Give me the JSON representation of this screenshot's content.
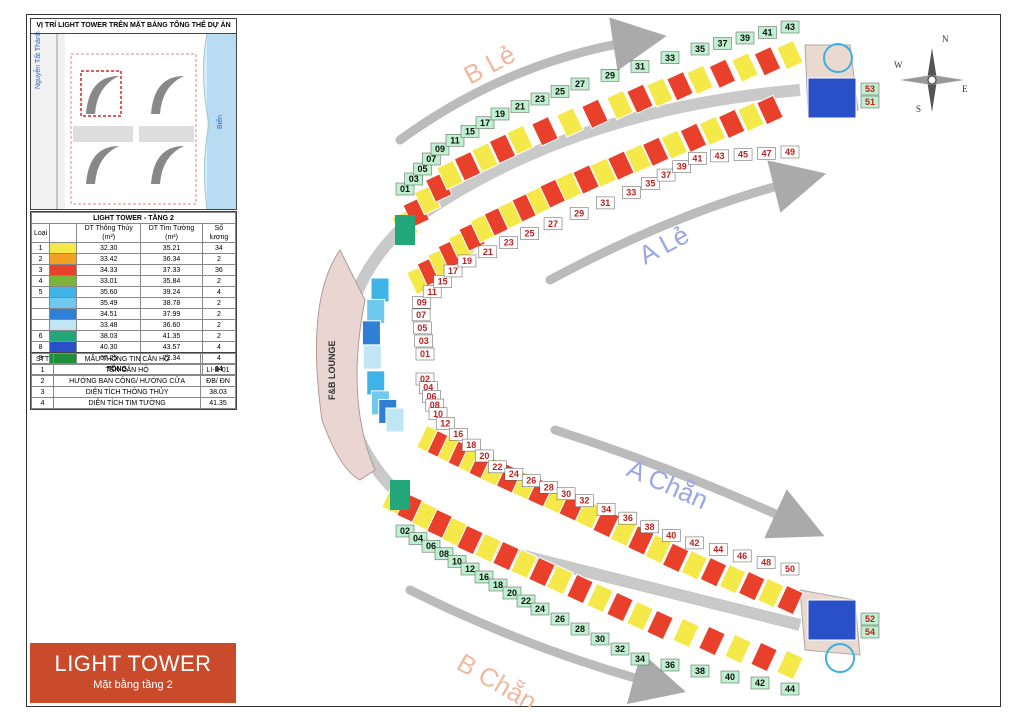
{
  "minimap": {
    "title": "VỊ TRÍ LIGHT TOWER TRÊN MẶT BẰNG TỔNG THỂ DỰ ÁN",
    "road_label": "Nguyễn Tất Thành",
    "sea_label": "Biển"
  },
  "area_table": {
    "title": "LIGHT TOWER - TẦNG 2",
    "headers": [
      "Loại",
      "",
      "DT Thông Thủy (m²)",
      "DT Tim Tường (m²)",
      "Số lượng"
    ],
    "rows": [
      {
        "type": "1",
        "color": "#f5e94a",
        "net": "32.30",
        "gross": "35.21",
        "qty": "34"
      },
      {
        "type": "2",
        "color": "#f4a024",
        "net": "33.42",
        "gross": "36.34",
        "qty": "2"
      },
      {
        "type": "3",
        "color": "#e8402a",
        "net": "34.33",
        "gross": "37.33",
        "qty": "36"
      },
      {
        "type": "4",
        "color": "#7ab33a",
        "net": "33.01",
        "gross": "35.84",
        "qty": "2"
      },
      {
        "type": "5",
        "color": "#3fb3e8",
        "net": "35.60",
        "gross": "39.24",
        "qty": "4"
      },
      {
        "type": "",
        "color": "#6fc8ee",
        "net": "35.49",
        "gross": "38.78",
        "qty": "2"
      },
      {
        "type": "",
        "color": "#2f7fd6",
        "net": "34.51",
        "gross": "37.99",
        "qty": "2"
      },
      {
        "type": "",
        "color": "#bfe6f2",
        "net": "33.48",
        "gross": "36.60",
        "qty": "2"
      },
      {
        "type": "6",
        "color": "#22a77a",
        "net": "38.03",
        "gross": "41.35",
        "qty": "2"
      },
      {
        "type": "8",
        "color": "#2a50c8",
        "net": "40.30",
        "gross": "43.57",
        "qty": "4"
      },
      {
        "type": "9",
        "color": "#1e8f3c",
        "net": "67.25",
        "gross": "72.34",
        "qty": "4"
      }
    ],
    "total_label": "TỔNG",
    "total_value": "94"
  },
  "info_table": {
    "headers": [
      "STT",
      "MẪU THÔNG TIN CĂN HỘ",
      ""
    ],
    "rows": [
      {
        "n": "1",
        "label": "TÊN CĂN HỘ",
        "value": "LI-B-01"
      },
      {
        "n": "2",
        "label": "HƯỚNG BAN CÔNG/ HƯỚNG CỬA",
        "value": "ĐB/ ĐN"
      },
      {
        "n": "3",
        "label": "DIỆN TÍCH THÔNG THỦY",
        "value": "38.03"
      },
      {
        "n": "4",
        "label": "DIỆN TÍCH TIM TƯỜNG",
        "value": "41.35"
      }
    ]
  },
  "brand": {
    "title": "LIGHT TOWER",
    "subtitle": "Mặt bằng tầng 2"
  },
  "plan": {
    "wing_labels": [
      "B Lẻ",
      "A Lẻ",
      "A Chẵn",
      "B Chẵn"
    ],
    "lounge_label": "F&B LOUNGE",
    "compass": [
      "N",
      "E",
      "S",
      "W"
    ],
    "outer_odd": [
      "01",
      "03",
      "05",
      "07",
      "09",
      "11",
      "15",
      "17",
      "19",
      "21",
      "23",
      "25",
      "27",
      "29",
      "31",
      "33",
      "35",
      "37",
      "39",
      "41",
      "43"
    ],
    "outer_odd_right": [
      "53",
      "51"
    ],
    "inner_odd": [
      "01",
      "03",
      "05",
      "07",
      "09",
      "11",
      "15",
      "17",
      "19",
      "21",
      "23",
      "25",
      "27",
      "29",
      "31",
      "33",
      "35",
      "37",
      "39",
      "41",
      "43",
      "45",
      "47",
      "49"
    ],
    "inner_even": [
      "02",
      "04",
      "06",
      "08",
      "10",
      "12",
      "16",
      "18",
      "20",
      "22",
      "24",
      "26",
      "28",
      "30",
      "32",
      "34",
      "36",
      "38",
      "40",
      "42",
      "44",
      "46",
      "48",
      "50"
    ],
    "outer_even": [
      "02",
      "04",
      "06",
      "08",
      "10",
      "12",
      "16",
      "18",
      "20",
      "22",
      "24",
      "26",
      "28",
      "30",
      "32",
      "34",
      "36",
      "38",
      "40",
      "42",
      "44"
    ],
    "outer_even_right": [
      "52",
      "54"
    ]
  }
}
